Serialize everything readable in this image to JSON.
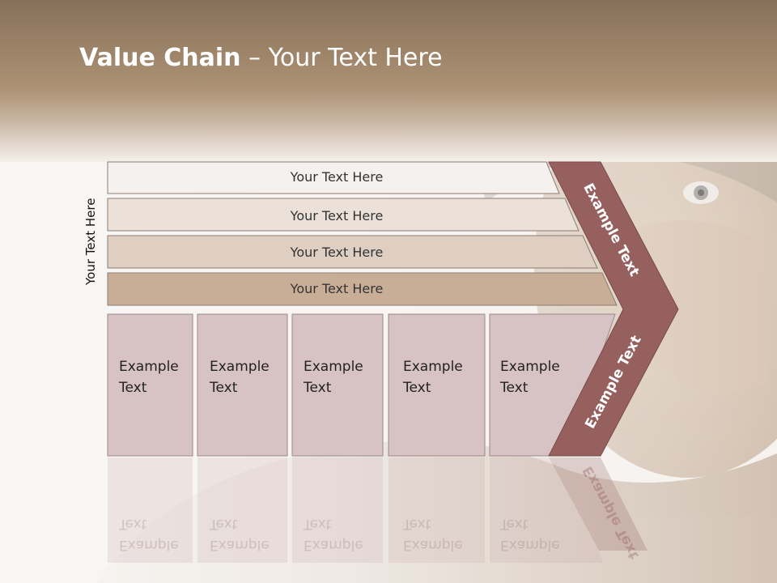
{
  "title": {
    "bold": "Value Chain",
    "rest": " – Your Text Here"
  },
  "side_label": "Your Text Here",
  "rows": [
    "Your Text Here",
    "Your Text Here",
    "Your Text Here",
    "Your Text Here"
  ],
  "cells": [
    {
      "line1": "Example",
      "line2": "Text"
    },
    {
      "line1": "Example",
      "line2": "Text"
    },
    {
      "line1": "Example",
      "line2": "Text"
    },
    {
      "line1": "Example",
      "line2": "Text"
    },
    {
      "line1": "Example",
      "line2": "Text"
    }
  ],
  "chevron_upper": "Example Text",
  "chevron_lower": "Example Text",
  "colors": {
    "row1": "#f4f1ee",
    "row2": "#ebe1d8",
    "row3": "#dfcfc2",
    "row4": "#c9ae97",
    "cell": "#d7c2c4",
    "chevron": "#96605f",
    "header": "#a88a6c"
  }
}
